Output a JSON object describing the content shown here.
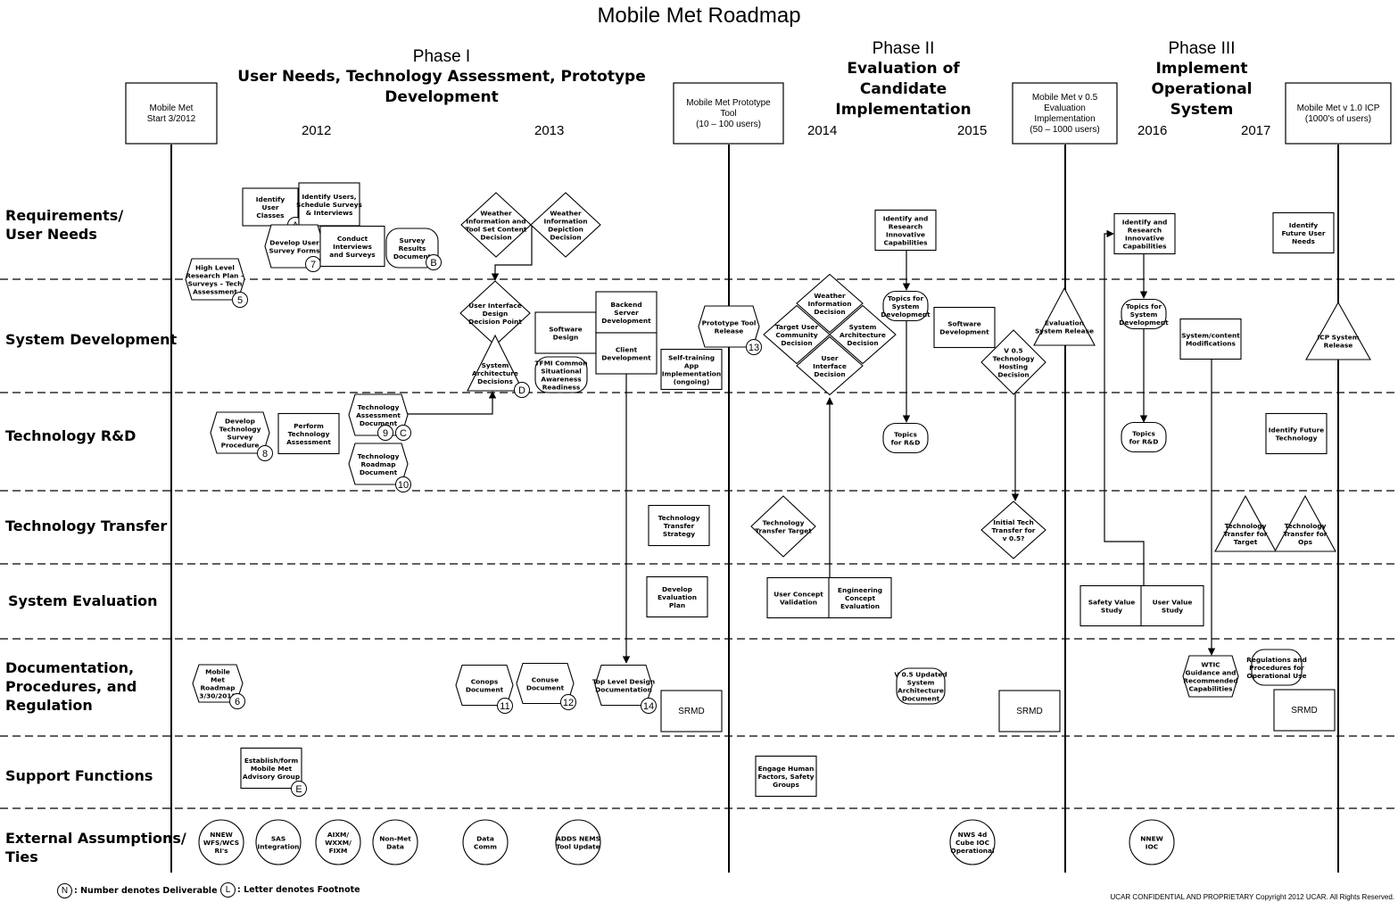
{
  "title": "Mobile Met Roadmap",
  "phases": [
    {
      "name": "Phase I",
      "subtitle": "User Needs, Technology Assessment, Prototype Development"
    },
    {
      "name": "Phase II",
      "subtitle": "Evaluation of Candidate Implementation"
    },
    {
      "name": "Phase III",
      "subtitle": "Implement Operational System"
    }
  ],
  "years": [
    "2012",
    "2013",
    "2014",
    "2015",
    "2016",
    "2017"
  ],
  "milestones": [
    {
      "id": "m1",
      "text": "Mobile Met|Start 3/2012"
    },
    {
      "id": "m2",
      "text": "Mobile Met Prototype|Tool|(10 – 100 users)"
    },
    {
      "id": "m3",
      "text": "Mobile Met v 0.5|Evaluation|Implementation|(50 – 1000 users)"
    },
    {
      "id": "m4",
      "text": "Mobile Met v 1.0 ICP|(1000's of users)"
    }
  ],
  "lanes": [
    "Requirements/|User Needs",
    "System Development",
    "Technology R&D",
    "Technology Transfer",
    "System Evaluation",
    "Documentation,|Procedures, and|Regulation",
    "Support Functions",
    "External Assumptions/|Ties"
  ],
  "nodes": [
    {
      "id": "identify-user-classes",
      "text": "Identify|User|Classes",
      "badge": "A"
    },
    {
      "id": "identify-users-schedule",
      "text": "Identify Users,|Schedule Surveys|& Interviews"
    },
    {
      "id": "develop-user-survey-forms",
      "text": "Develop User|Survey Forms",
      "badge": "7"
    },
    {
      "id": "conduct-interviews",
      "text": "Conduct|Interviews|and Surveys"
    },
    {
      "id": "survey-results-document",
      "text": "Survey|Results|Document",
      "badge": "B"
    },
    {
      "id": "high-level-research-plan",
      "text": "High Level|Research Plan –|Surveys – Tech|Assessment",
      "badge": "5"
    },
    {
      "id": "weather-info-toolset-decision",
      "text": "Weather|Information and|Tool Set Content|Decision"
    },
    {
      "id": "weather-info-depiction-decision",
      "text": "Weather|Information|Depiction|Decision"
    },
    {
      "id": "ui-design-decision-point",
      "text": "User Interface|Design|Decision Point"
    },
    {
      "id": "system-architecture-decisions",
      "text": "System|Architecture|Decisions",
      "badge": "D"
    },
    {
      "id": "software-design",
      "text": "Software|Design"
    },
    {
      "id": "backend-server-development",
      "text": "Backend|Server|Development"
    },
    {
      "id": "client-development",
      "text": "Client|Development"
    },
    {
      "id": "tfmi-common-sa",
      "text": "TFMI Common|Situational|Awareness|Readiness"
    },
    {
      "id": "self-training-app",
      "text": "Self-training|App|Implementation|(ongoing)"
    },
    {
      "id": "prototype-tool-release",
      "text": "Prototype Tool|Release",
      "badge": "13"
    },
    {
      "id": "develop-tech-survey-procedure",
      "text": "Develop|Technology|Survey|Procedure",
      "badge": "8"
    },
    {
      "id": "perform-tech-assessment",
      "text": "Perform|Technology|Assessment"
    },
    {
      "id": "tech-assessment-document",
      "text": "Technology|Assessment|Document",
      "badge": "9",
      "badge2": "C"
    },
    {
      "id": "tech-roadmap-document",
      "text": "Technology|Roadmap|Document",
      "badge": "10"
    },
    {
      "id": "weather-information-decision",
      "text": "Weather|Information|Decision"
    },
    {
      "id": "target-user-community-decision",
      "text": "Target User|Community|Decision"
    },
    {
      "id": "system-architecture-decision",
      "text": "System|Architecture|Decision"
    },
    {
      "id": "user-interface-decision",
      "text": "User|Interface|Decision"
    },
    {
      "id": "identify-research-innovative-1",
      "text": "Identify and|Research|Innovative|Capabilities"
    },
    {
      "id": "topics-system-dev-1",
      "text": "Topics for|System|Development"
    },
    {
      "id": "software-development",
      "text": "Software|Development"
    },
    {
      "id": "v05-tech-hosting-decision",
      "text": "V 0.5|Technology|Hosting|Decision"
    },
    {
      "id": "topics-rd-1",
      "text": "Topics|for R&D"
    },
    {
      "id": "evaluation-system-release",
      "text": "Evaluation|System Release"
    },
    {
      "id": "identify-research-innovative-2",
      "text": "Identify and|Research|Innovative|Capabilities"
    },
    {
      "id": "topics-system-dev-2",
      "text": "Topics for|System|Development"
    },
    {
      "id": "system-content-modifications",
      "text": "System/content|Modifications"
    },
    {
      "id": "topics-rd-2",
      "text": "Topics|for R&D"
    },
    {
      "id": "identify-future-user-needs",
      "text": "Identify|Future User|Needs"
    },
    {
      "id": "icp-system-release",
      "text": "ICP System|Release"
    },
    {
      "id": "identify-future-technology",
      "text": "Identify Future|Technology"
    },
    {
      "id": "tech-transfer-strategy",
      "text": "Technology|Transfer|Strategy"
    },
    {
      "id": "tech-transfer-target",
      "text": "Technology|Transfer Target"
    },
    {
      "id": "initial-tech-transfer",
      "text": "Initial Tech|Transfer for|v 0.5?"
    },
    {
      "id": "tech-transfer-for-target",
      "text": "Technology|Transfer for|Target"
    },
    {
      "id": "tech-transfer-for-ops",
      "text": "Technology|Transfer for|Ops"
    },
    {
      "id": "develop-evaluation-plan",
      "text": "Develop|Evaluation|Plan"
    },
    {
      "id": "user-concept-validation",
      "text": "User Concept|Validation"
    },
    {
      "id": "engineering-concept-evaluation",
      "text": "Engineering|Concept|Evaluation"
    },
    {
      "id": "safety-value-study",
      "text": "Safety Value|Study"
    },
    {
      "id": "user-value-study",
      "text": "User Value|Study"
    },
    {
      "id": "mobile-met-roadmap-doc",
      "text": "Mobile|Met|Roadmap|3/30/2012",
      "badge": "6"
    },
    {
      "id": "conops-document",
      "text": "Conops|Document",
      "badge": "11"
    },
    {
      "id": "conuse-document",
      "text": "Conuse|Document",
      "badge": "12"
    },
    {
      "id": "top-level-design-doc",
      "text": "Top Level Design|Documentation",
      "badge": "14"
    },
    {
      "id": "srmd-1",
      "text": "SRMD"
    },
    {
      "id": "v05-updated-sad",
      "text": "V 0.5 Updated|System|Architecture|Document"
    },
    {
      "id": "srmd-2",
      "text": "SRMD"
    },
    {
      "id": "wtic-guidance",
      "text": "WTIC|Guidance and|Recommended|Capabilities"
    },
    {
      "id": "regulations-procedures",
      "text": "Regulations and|Procedures for|Operational Use"
    },
    {
      "id": "srmd-3",
      "text": "SRMD"
    },
    {
      "id": "establish-advisory-group",
      "text": "Establish/form|Mobile Met|Advisory Group",
      "badge": "E"
    },
    {
      "id": "engage-human-factors",
      "text": "Engage Human|Factors, Safety|Groups"
    },
    {
      "id": "nnew-wfs-wcs",
      "text": "NNEW|WFS/WCS|RI's"
    },
    {
      "id": "sas-integration",
      "text": "SAS|Integration"
    },
    {
      "id": "aixm-wxxm-fixm",
      "text": "AIXM/|WXXM/|FIXM"
    },
    {
      "id": "non-met-data",
      "text": "Non-Met|Data"
    },
    {
      "id": "data-comm",
      "text": "Data|Comm"
    },
    {
      "id": "adds-nems-tool-update",
      "text": "ADDS NEMS|Tool Update"
    },
    {
      "id": "nws-4d-cube",
      "text": "NWS 4d|Cube IOC|Operational"
    },
    {
      "id": "nnew-ioc",
      "text": "NNEW|IOC"
    }
  ],
  "legend": [
    {
      "symbol": "N",
      "text": ": Number denotes Deliverable"
    },
    {
      "symbol": "L",
      "text": ": Letter denotes Footnote"
    }
  ],
  "copyright": "UCAR CONFIDENTIAL AND PROPRIETARY Copyright 2012 UCAR. All Rights Reserved."
}
